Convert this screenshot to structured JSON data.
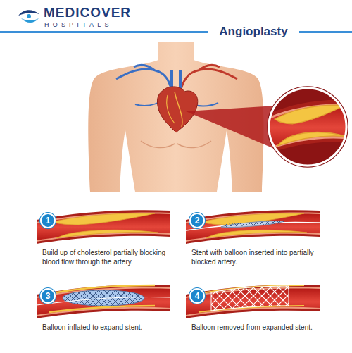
{
  "diagram": {
    "title": "Angioplasty",
    "nodes": [
      {
        "text": [
          "1"
        ]
      },
      {
        "text": [
          "2"
        ]
      },
      {
        "text": [
          "3"
        ]
      },
      {
        "text": [
          "4"
        ]
      }
    ],
    "labels": [
      "MEDICOVER",
      "HOSPITALS",
      "Build up of cholesterol partially blocking blood flow through the artery.",
      "Stent with balloon inserted into partially blocked artery.",
      "Balloon inflated to expand stent.",
      "Balloon removed from expanded stent."
    ]
  }
}
